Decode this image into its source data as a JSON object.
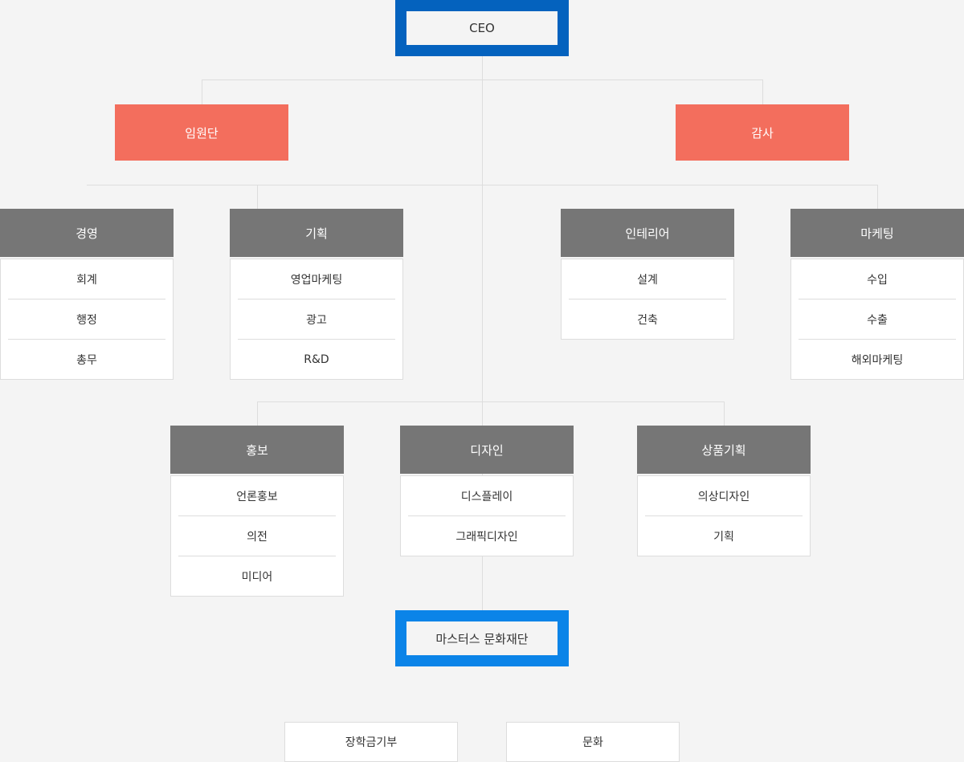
{
  "ceo": {
    "label": "CEO"
  },
  "executives": [
    {
      "label": "임원단"
    },
    {
      "label": "감사"
    }
  ],
  "departments_row1": [
    {
      "title": "경영",
      "items": [
        "회계",
        "행정",
        "총무"
      ]
    },
    {
      "title": "기획",
      "items": [
        "영업마케팅",
        "광고",
        "R&D"
      ]
    },
    {
      "title": "인테리어",
      "items": [
        "설계",
        "건축"
      ]
    },
    {
      "title": "마케팅",
      "items": [
        "수입",
        "수출",
        "해외마케팅"
      ]
    }
  ],
  "departments_row2": [
    {
      "title": "홍보",
      "items": [
        "언론홍보",
        "의전",
        "미디어"
      ]
    },
    {
      "title": "디자인",
      "items": [
        "디스플레이",
        "그래픽디자인"
      ]
    },
    {
      "title": "상품기획",
      "items": [
        "의상디자인",
        "기획"
      ]
    }
  ],
  "foundation": {
    "label": "마스터스 문화재단",
    "items": [
      "장학금기부",
      "문화"
    ]
  },
  "colors": {
    "background": "#f4f4f4",
    "ceo_border": "#0462be",
    "foundation_border": "#0b84e8",
    "executive": "#f36e5d",
    "department_header": "#767676",
    "connector": "#dddddd"
  }
}
